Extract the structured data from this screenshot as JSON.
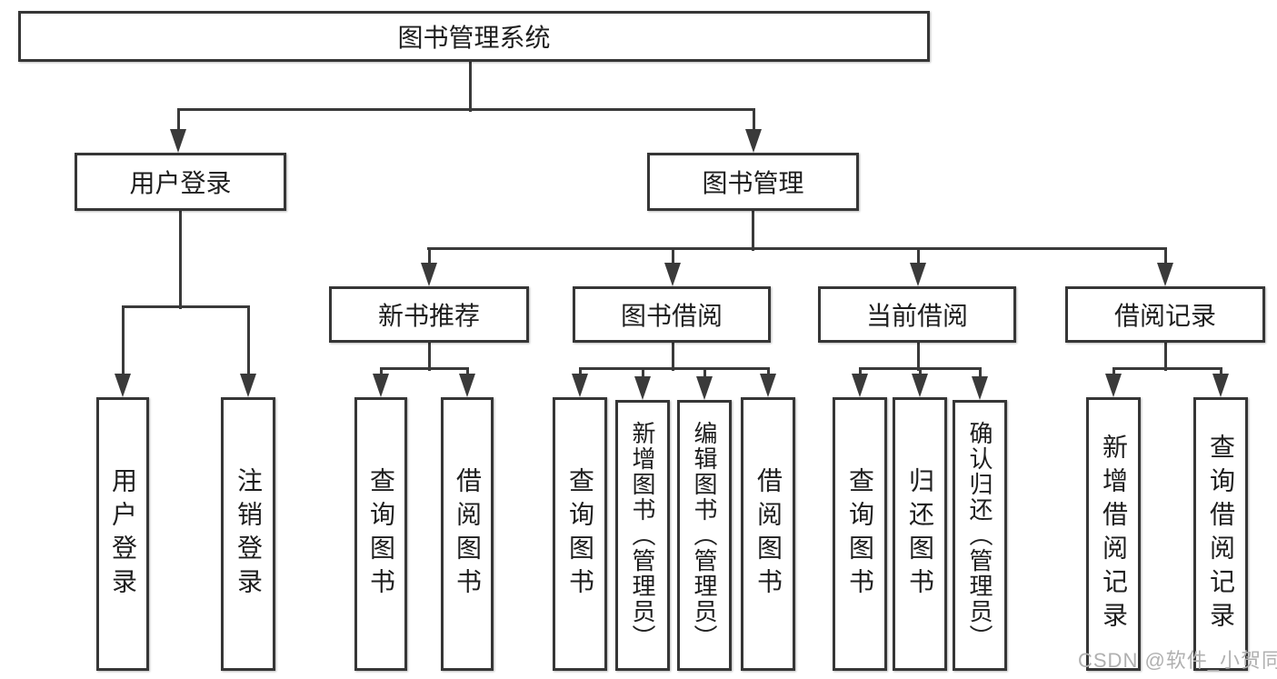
{
  "tree": {
    "label": "图书管理系统",
    "children": [
      {
        "label": "用户登录",
        "children": [
          {
            "label": "用户登录"
          },
          {
            "label": "注销登录"
          }
        ]
      },
      {
        "label": "图书管理",
        "children": [
          {
            "label": "新书推荐",
            "children": [
              {
                "label": "查询图书"
              },
              {
                "label": "借阅图书"
              }
            ]
          },
          {
            "label": "图书借阅",
            "children": [
              {
                "label": "查询图书"
              },
              {
                "label": "新增图书（管理员）"
              },
              {
                "label": "编辑图书（管理员）"
              },
              {
                "label": "借阅图书"
              }
            ]
          },
          {
            "label": "当前借阅",
            "children": [
              {
                "label": "查询图书"
              },
              {
                "label": "归还图书"
              },
              {
                "label": "确认归还（管理员）"
              }
            ]
          },
          {
            "label": "借阅记录",
            "children": [
              {
                "label": "新增借阅记录"
              },
              {
                "label": "查询借阅记录"
              }
            ]
          }
        ]
      }
    ]
  },
  "watermark": "CSDN @软件_小贺同学",
  "colors": {
    "line": "#3a3a3a",
    "border": "#363636",
    "text": "#1e1e1e",
    "watermark": "#b0b0b0",
    "background": "#ffffff"
  }
}
